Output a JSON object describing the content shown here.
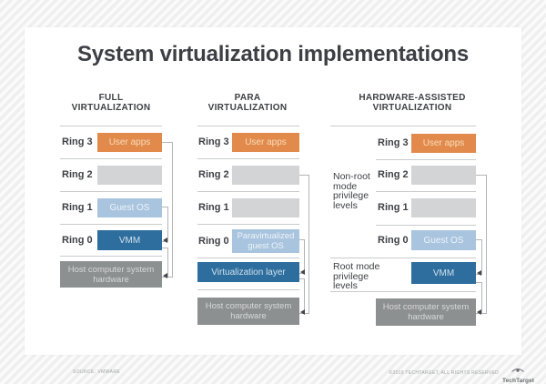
{
  "title": "System virtualization implementations",
  "columns": [
    {
      "header_line1": "FULL",
      "header_line2": "VIRTUALIZATION",
      "rings": [
        {
          "label": "Ring 3",
          "box_text": "User apps"
        },
        {
          "label": "Ring 2",
          "box_text": ""
        },
        {
          "label": "Ring 1",
          "box_text": "Guest OS"
        },
        {
          "label": "Ring 0",
          "box_text": "VMM"
        }
      ],
      "hardware": "Host computer system hardware"
    },
    {
      "header_line1": "PARA",
      "header_line2": "VIRTUALIZATION",
      "rings": [
        {
          "label": "Ring 3",
          "box_text": "User apps"
        },
        {
          "label": "Ring 2",
          "box_text": ""
        },
        {
          "label": "Ring 1",
          "box_text": ""
        },
        {
          "label": "Ring 0",
          "box_text": "Paravirtualized guest OS"
        }
      ],
      "layer": "Virtualization layer",
      "hardware": "Host computer system hardware"
    },
    {
      "header_line1": "HARDWARE-ASSISTED",
      "header_line2": "VIRTUALIZATION",
      "side_label_top": "Non-root mode privilege levels",
      "side_label_bottom": "Root mode privilege levels",
      "rings": [
        {
          "label": "Ring 3",
          "box_text": "User apps"
        },
        {
          "label": "Ring 2",
          "box_text": ""
        },
        {
          "label": "Ring 1",
          "box_text": ""
        },
        {
          "label": "Ring 0",
          "box_text": "Guest OS"
        }
      ],
      "layer": "VMM",
      "hardware": "Host computer system hardware"
    }
  ],
  "footer": {
    "source": "SOURCE: VMWARE",
    "copyright": "©2019 TECHTARGET, ALL RIGHTS RESERVED",
    "brand": "TechTarget"
  },
  "colors": {
    "orange": "#e28a4c",
    "empty_box_gray": "#d2d4d5",
    "light_blue": "#a9c4de",
    "dark_blue": "#2e6e9e",
    "hardware_gray": "#8d9091",
    "text_dark": "#3d4045"
  }
}
